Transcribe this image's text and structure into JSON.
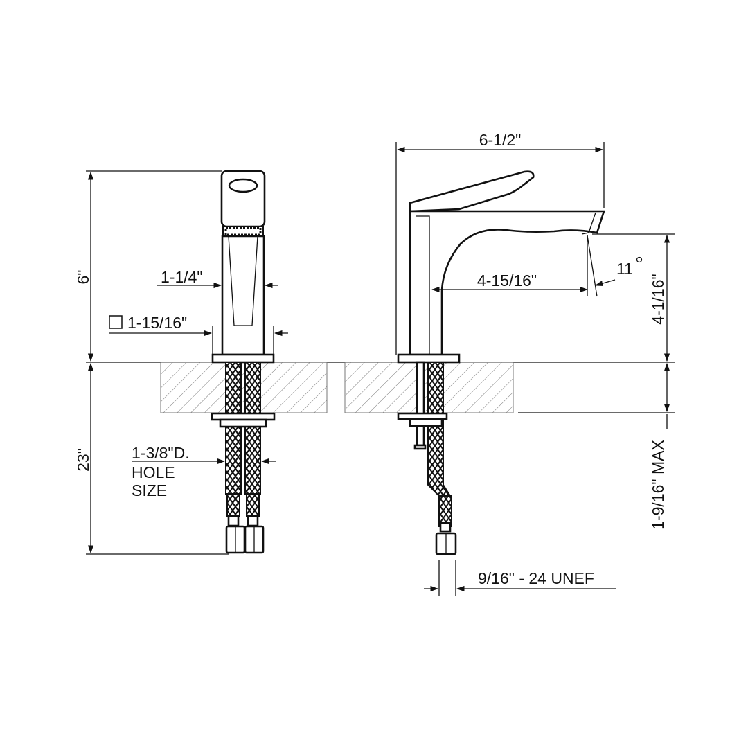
{
  "dimensions": {
    "overall_height": "6\"",
    "below_deck_length": "23\"",
    "spout_width": "1-1/4\"",
    "base_square": "1-15/16\"",
    "hole_size_line1": "1-3/8\"D.",
    "hole_size_line2": "HOLE",
    "hole_size_line3": "SIZE",
    "overall_depth": "6-1/2\"",
    "spout_reach": "4-15/16\"",
    "spout_angle": "11",
    "spout_height": "4-1/16\"",
    "deck_thickness_max": "1-9/16\" MAX",
    "connection_thread": "9/16\" - 24 UNEF"
  },
  "icons": {
    "square_symbol": "square-symbol-icon",
    "degree_symbol": "degree-icon"
  },
  "colors": {
    "line": "#111111",
    "hatch": "#777777",
    "background": "#ffffff"
  }
}
